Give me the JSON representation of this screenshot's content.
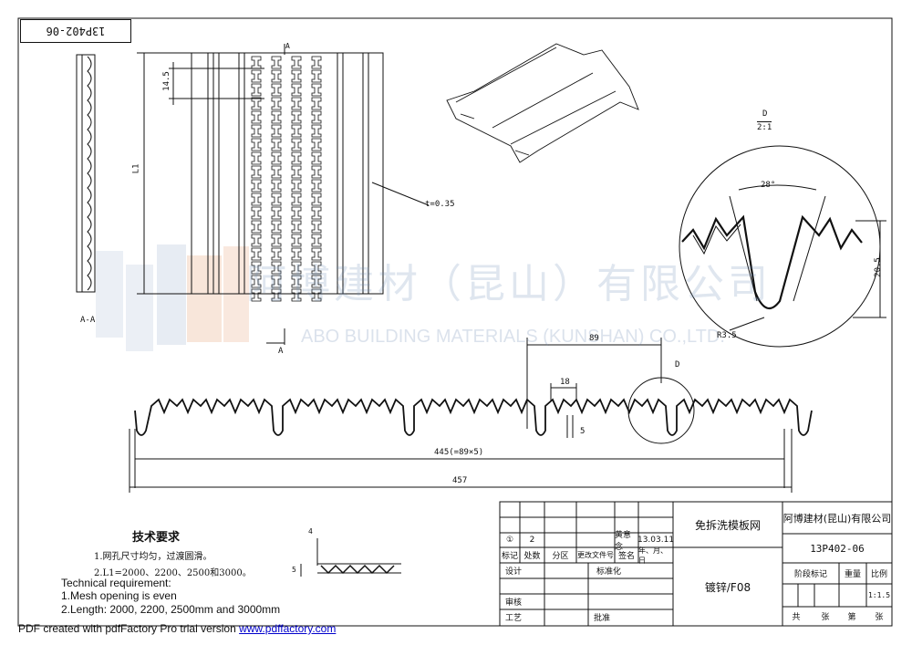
{
  "drawing": {
    "code_rotated": "13P402-06",
    "section_label": "A-A",
    "section_mark_top": "A",
    "section_mark_bottom": "A",
    "dim_pitch": "14.5",
    "dim_length_l1": "L1",
    "dim_thickness": "t=0.35",
    "detail_label": "D",
    "detail_scale": "2:1",
    "detail_angle": "28°",
    "detail_height": "20.5",
    "detail_radius": "R3.5",
    "dim_89": "89",
    "dim_18": "18",
    "dim_5": "5",
    "dim_445": "445(=89×5)",
    "dim_457": "457",
    "dim_small_4": "4",
    "dim_small_5": "5"
  },
  "watermark": {
    "chinese": "阿博建材（昆山）有限公司",
    "english": "ABO BUILDING MATERIALS (KUNSHAN) CO.,LTD."
  },
  "tech": {
    "title_cn": "技术要求",
    "line1_cn": "1.网孔尺寸均匀，过渡圆滑。",
    "line2_cn": "2.L1=2000、2200、2500和3000。",
    "title_en": "Technical requirement:",
    "line1_en": "1.Mesh opening is even",
    "line2_en": "2.Length: 2000, 2200, 2500mm and 3000mm"
  },
  "title_block": {
    "rev_mark": "①",
    "rev_count": "2",
    "rev_signer": "黄意念",
    "rev_date": "13.03.11",
    "h_mark": "标记",
    "h_count": "处数",
    "h_zone": "分区",
    "h_doc": "更改文件号",
    "h_sign": "签名",
    "h_date": "年、月、日",
    "design": "设计",
    "standard": "标准化",
    "review": "审核",
    "process": "工艺",
    "approve": "批准",
    "part_name": "免拆洗模板网",
    "material": "镀锌/F08",
    "company": "阿博建材(昆山)有限公司",
    "drawing_no": "13P402-06",
    "stage_mark": "阶段标记",
    "weight": "重量",
    "scale_label": "比例",
    "scale_value": "1:1.5",
    "total": "共",
    "sheets": "张",
    "page": "第",
    "sheet2": "张"
  },
  "footer": {
    "text": "PDF created with pdfFactory Pro trial version ",
    "link": "www.pdffactory.com"
  }
}
